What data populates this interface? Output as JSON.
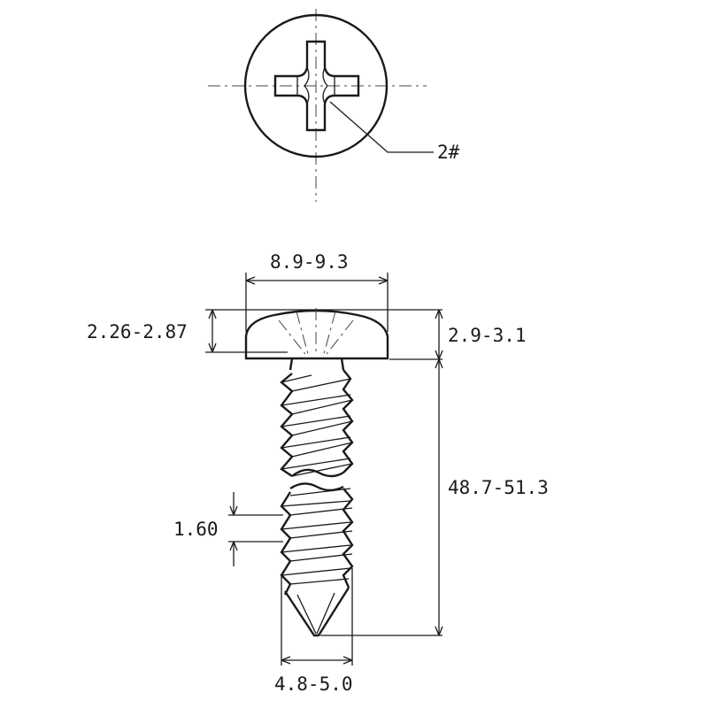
{
  "labels": {
    "drive_size": "2#",
    "head_diameter": "8.9-9.3",
    "head_height_side": "2.26-2.87",
    "head_height": "2.9-3.1",
    "length": "48.7-51.3",
    "thread_pitch": "1.60",
    "thread_diameter": "4.8-5.0"
  }
}
